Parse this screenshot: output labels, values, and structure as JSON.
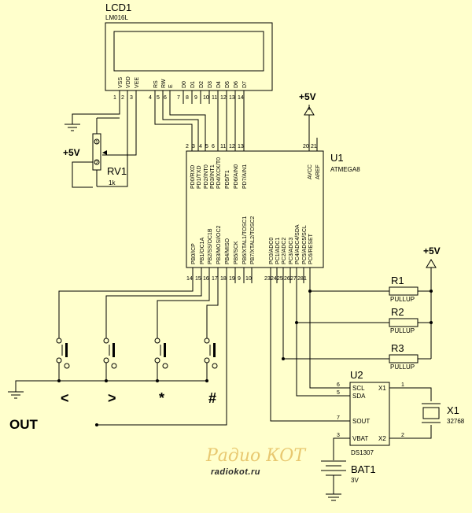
{
  "lcd": {
    "ref": "LCD1",
    "model": "LM016L",
    "pins": [
      {
        "label": "VSS",
        "num": "1"
      },
      {
        "label": "VDD",
        "num": "2"
      },
      {
        "label": "VEE",
        "num": "3"
      },
      {
        "label": "RS",
        "num": "4"
      },
      {
        "label": "RW",
        "num": "5"
      },
      {
        "label": "E",
        "num": "6"
      },
      {
        "label": "D0",
        "num": "7"
      },
      {
        "label": "D1",
        "num": "8"
      },
      {
        "label": "D2",
        "num": "9"
      },
      {
        "label": "D3",
        "num": "10"
      },
      {
        "label": "D4",
        "num": "11"
      },
      {
        "label": "D5",
        "num": "12"
      },
      {
        "label": "D6",
        "num": "13"
      },
      {
        "label": "D7",
        "num": "14"
      }
    ]
  },
  "mcu": {
    "ref": "U1",
    "model": "ATMEGA8",
    "top_left_pins": [
      {
        "label": "PD0/RXD",
        "num": "2"
      },
      {
        "label": "PD1/TXD",
        "num": "3"
      },
      {
        "label": "PD2/INT0",
        "num": "4"
      },
      {
        "label": "PD3/INT1",
        "num": "5"
      },
      {
        "label": "PD4/XCK/T0",
        "num": "6"
      },
      {
        "label": "PD5/T1",
        "num": "11"
      },
      {
        "label": "PD6/AIN0",
        "num": "12"
      },
      {
        "label": "PD7/AIN1",
        "num": "13"
      }
    ],
    "top_right_pins": [
      {
        "label": "AVCC",
        "num": "20"
      },
      {
        "label": "AREF",
        "num": "21"
      }
    ],
    "bottom_pins": [
      {
        "label": "PB0/ICP",
        "num": "14"
      },
      {
        "label": "PB1/OC1A",
        "num": "15"
      },
      {
        "label": "PB2/SS/OC1B",
        "num": "16"
      },
      {
        "label": "PB3/MOSI/OC2",
        "num": "17"
      },
      {
        "label": "PB4/MISO",
        "num": "18"
      },
      {
        "label": "PB5/SCK",
        "num": "19"
      },
      {
        "label": "PB6/XTAL1/TOSC1",
        "num": "9"
      },
      {
        "label": "PB7/XTAL2/TOSC2",
        "num": "10"
      },
      {
        "label": "PC0/ADC0",
        "num": "23"
      },
      {
        "label": "PC1/ADC1",
        "num": "24"
      },
      {
        "label": "PC2/ADC2",
        "num": "25"
      },
      {
        "label": "PC3/ADC3",
        "num": "26"
      },
      {
        "label": "PC4/ADC4/SDA",
        "num": "27"
      },
      {
        "label": "PC5/ADC5/SCL",
        "num": "28"
      },
      {
        "label": "PC6/RESET",
        "num": "1"
      }
    ]
  },
  "rv1": {
    "ref": "RV1",
    "value": "1k",
    "pin1": "1",
    "pin2": "2"
  },
  "supply": {
    "vcc_label": "+5V"
  },
  "resistors": [
    {
      "ref": "R1",
      "value": "PULLUP"
    },
    {
      "ref": "R2",
      "value": "PULLUP"
    },
    {
      "ref": "R3",
      "value": "PULLUP"
    }
  ],
  "rtc": {
    "ref": "U2",
    "model": "DS1307",
    "pins": [
      {
        "label": "SCL",
        "num": "6"
      },
      {
        "label": "SDA",
        "num": "5"
      },
      {
        "label": "SOUT",
        "num": "7"
      },
      {
        "label": "VBAT",
        "num": "3"
      },
      {
        "label": "X1",
        "num": "1"
      },
      {
        "label": "X2",
        "num": "2"
      }
    ]
  },
  "crystal": {
    "ref": "X1",
    "value": "32768"
  },
  "battery": {
    "ref": "BAT1",
    "value": "3V"
  },
  "buttons": [
    {
      "label": "<"
    },
    {
      "label": ">"
    },
    {
      "label": "*"
    },
    {
      "label": "#"
    }
  ],
  "out_label": "OUT",
  "watermark": {
    "brand": "Радио КОТ",
    "url": "radiokot.ru"
  }
}
